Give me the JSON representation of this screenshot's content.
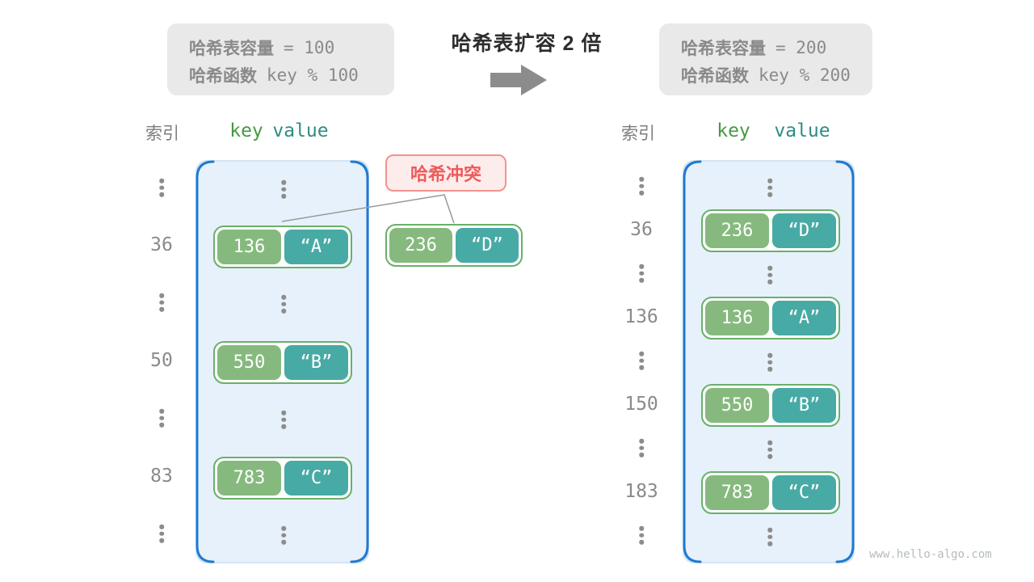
{
  "info_left": {
    "capacity_label": "哈希表容量",
    "capacity_value": "=  100",
    "hash_fn_label": "哈希函数",
    "hash_fn_value": "key % 100"
  },
  "info_right": {
    "capacity_label": "哈希表容量",
    "capacity_value": "=  200",
    "hash_fn_label": "哈希函数",
    "hash_fn_value": "key % 200"
  },
  "transition": {
    "title": "哈希表扩容 2 倍"
  },
  "collision": {
    "label": "哈希冲突"
  },
  "left_table": {
    "header": {
      "index_label": "索引",
      "key_label": "key",
      "value_label": "value"
    },
    "rows": [
      {
        "type": "dots"
      },
      {
        "type": "entry",
        "index": "36",
        "key": "136",
        "value": "“A”"
      },
      {
        "type": "dots"
      },
      {
        "type": "entry",
        "index": "50",
        "key": "550",
        "value": "“B”"
      },
      {
        "type": "dots"
      },
      {
        "type": "entry",
        "index": "83",
        "key": "783",
        "value": "“C”"
      },
      {
        "type": "dots"
      }
    ]
  },
  "right_table": {
    "header": {
      "index_label": "索引",
      "key_label": "key",
      "value_label": "value"
    },
    "rows": [
      {
        "type": "dots"
      },
      {
        "type": "entry",
        "index": "36",
        "key": "236",
        "value": "“D”"
      },
      {
        "type": "dots"
      },
      {
        "type": "entry",
        "index": "136",
        "key": "136",
        "value": "“A”"
      },
      {
        "type": "dots"
      },
      {
        "type": "entry",
        "index": "150",
        "key": "550",
        "value": "“B”"
      },
      {
        "type": "dots"
      },
      {
        "type": "entry",
        "index": "183",
        "key": "783",
        "value": "“C”"
      },
      {
        "type": "dots"
      }
    ]
  },
  "floating_entry": {
    "key": "236",
    "value": "“D”"
  },
  "watermark": "www.hello-algo.com",
  "colors": {
    "key_green": "#86b97e",
    "value_teal": "#48aaa5",
    "entry_border_green": "#68b168",
    "table_fill_blue": "#e7f1fb",
    "table_border_blue": "#1e7ad1",
    "collision_red": "#ee5a5a",
    "collision_bg": "#fdecec",
    "info_gray_bg": "#e9e9e9",
    "text_gray": "#8a8a8a",
    "header_key_green": "#479844",
    "header_value_teal": "#2e8c85",
    "arrow_gray": "#8c8c8c"
  }
}
